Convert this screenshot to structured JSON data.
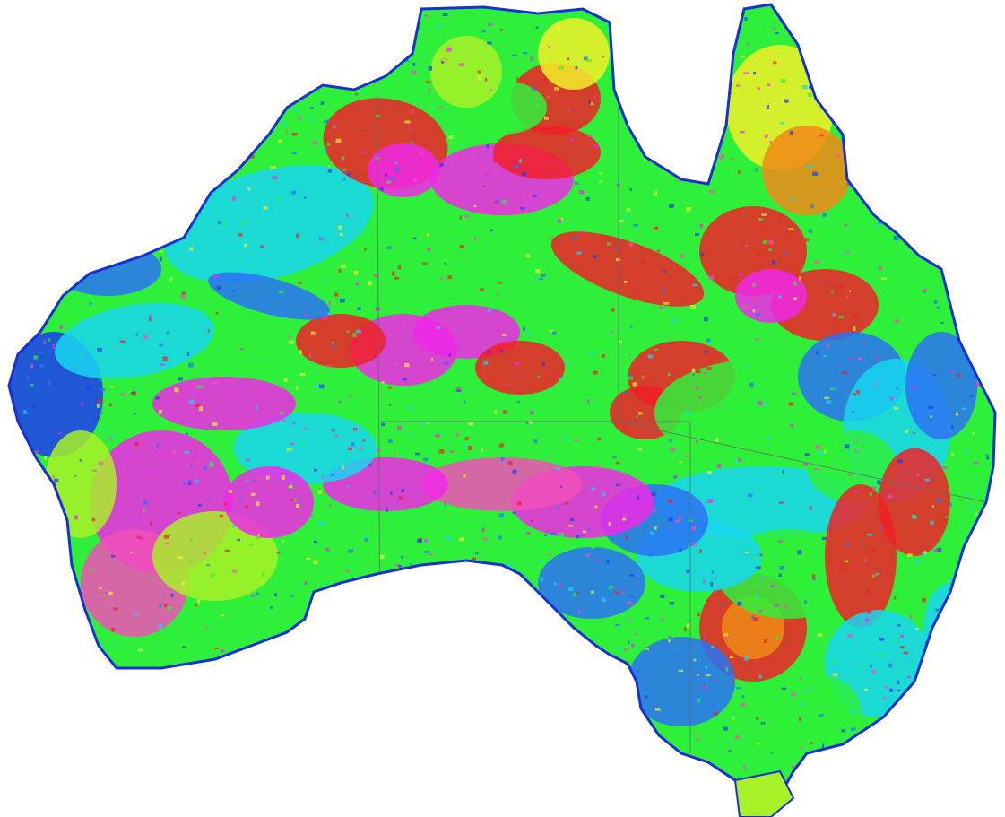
{
  "map": {
    "palette": {
      "background": "#ffffff",
      "outline": "#1a2fd6",
      "deep_blue": "#1c3cf0",
      "blue": "#2a72f5",
      "cyan": "#18d6f0",
      "green": "#2ef03a",
      "yellow_green": "#a8f028",
      "yellow": "#f0f028",
      "orange": "#f08a18",
      "red": "#f02028",
      "magenta": "#f028e8",
      "pink": "#f050b8",
      "state_border": "#6a6a6a"
    },
    "layers": [
      {
        "name": "coastline-outline",
        "icon": "continent-outline"
      },
      {
        "name": "state-borders",
        "icon": "border-lines"
      },
      {
        "name": "anomaly-shading",
        "icon": "heatmap"
      }
    ]
  }
}
